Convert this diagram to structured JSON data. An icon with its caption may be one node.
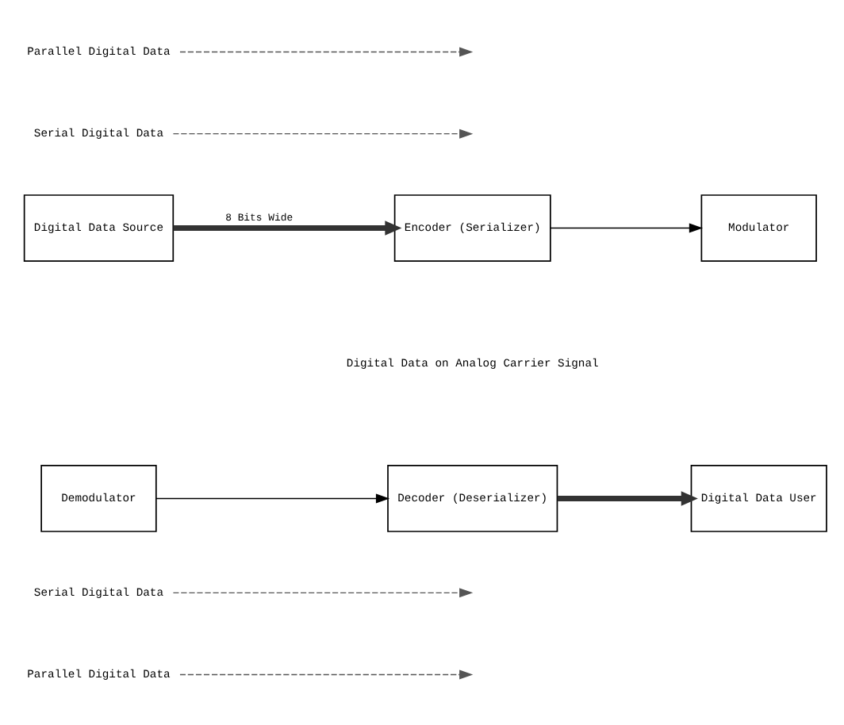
{
  "diagram": {
    "nodes": [
      {
        "text": [
          "Parallel Digital Data"
        ]
      },
      {
        "text": [
          "Serial Digital Data"
        ]
      },
      {
        "text": [
          "Digital Data Source"
        ]
      },
      {
        "text": [
          "Encoder (Serializer)"
        ]
      },
      {
        "text": [
          "Modulator"
        ]
      },
      {
        "text": [
          "Demodulator"
        ]
      },
      {
        "text": [
          "Decoder (Deserializer)"
        ]
      },
      {
        "text": [
          "Digital Data User"
        ]
      },
      {
        "text": [
          "Serial Digital Data"
        ]
      },
      {
        "text": [
          "Parallel Digital Data"
        ]
      }
    ],
    "edges": [
      {
        "from": 2,
        "to": 3,
        "arrow": "to",
        "style": "thick",
        "label": "8 Bits Wide"
      },
      {
        "from": 3,
        "to": 4,
        "arrow": "to"
      },
      {
        "from": 5,
        "to": 6,
        "arrow": "to"
      },
      {
        "from": 6,
        "to": 7,
        "arrow": "to",
        "style": "thick"
      },
      {
        "from": 0,
        "to": null,
        "arrow": "to",
        "style": "dashed"
      },
      {
        "from": 1,
        "to": null,
        "arrow": "to",
        "style": "dashed"
      },
      {
        "from": 8,
        "to": null,
        "arrow": "to",
        "style": "dashed"
      },
      {
        "from": 9,
        "to": null,
        "arrow": "to",
        "style": "dashed"
      }
    ],
    "labels": [
      "Digital Data on Analog Carrier Signal"
    ]
  }
}
